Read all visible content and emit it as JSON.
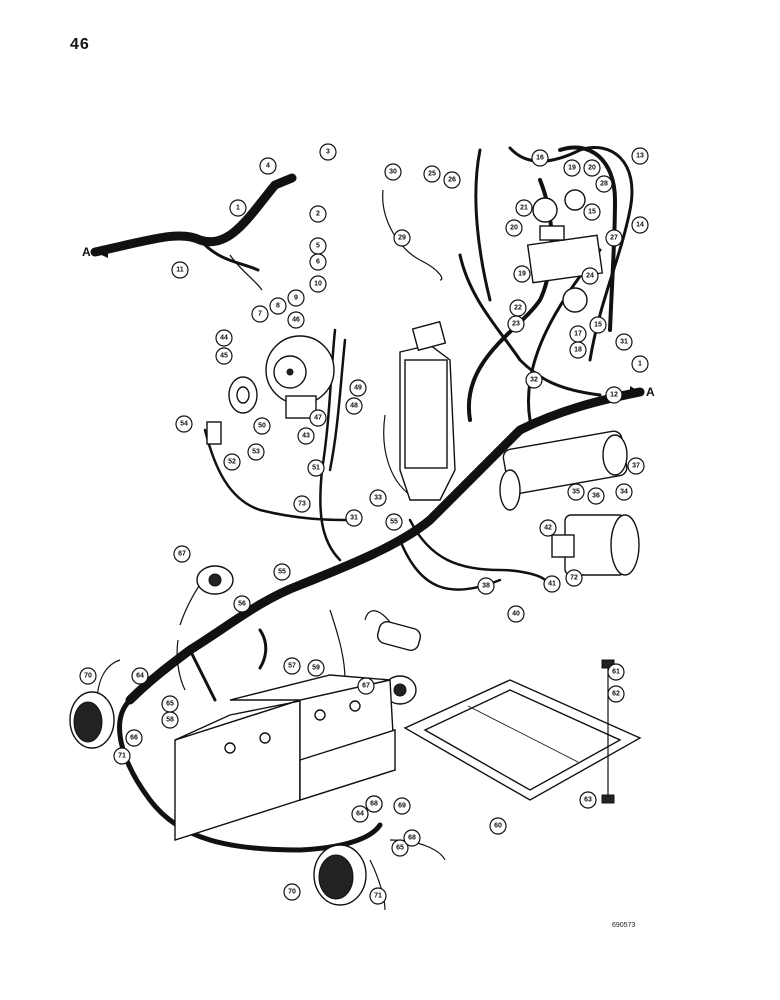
{
  "page_number": "46",
  "drawing_id": "690573",
  "section_marker": "A",
  "callouts": [
    "1",
    "2",
    "3",
    "4",
    "5",
    "6",
    "7",
    "8",
    "9",
    "10",
    "11",
    "12",
    "13",
    "14",
    "15",
    "16",
    "17",
    "18",
    "19",
    "20",
    "21",
    "22",
    "23",
    "24",
    "25",
    "26",
    "27",
    "28",
    "29",
    "30",
    "31",
    "32",
    "33",
    "34",
    "35",
    "36",
    "37",
    "38",
    "40",
    "41",
    "42",
    "43",
    "44",
    "45",
    "46",
    "47",
    "48",
    "49",
    "50",
    "51",
    "52",
    "53",
    "54",
    "55",
    "56",
    "57",
    "58",
    "59",
    "60",
    "61",
    "62",
    "63",
    "64",
    "65",
    "66",
    "67",
    "68",
    "69",
    "70",
    "71",
    "72",
    "73"
  ]
}
